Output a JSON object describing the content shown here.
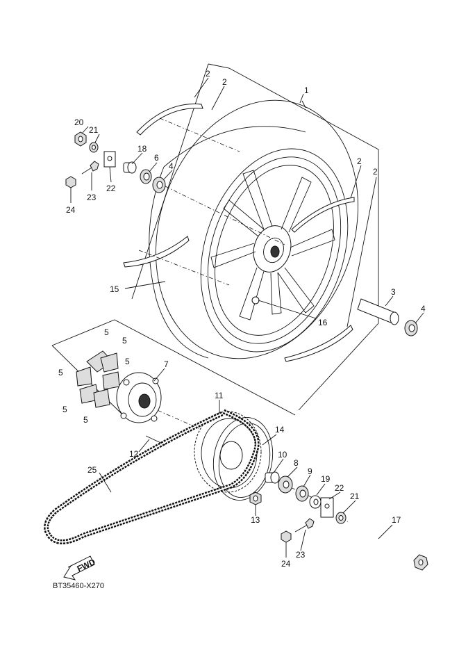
{
  "diagram": {
    "code": "BT35460-X270",
    "fwd_label": "FWD",
    "labels": [
      "1",
      "2",
      "2",
      "2",
      "2",
      "3",
      "4",
      "4",
      "5",
      "5",
      "5",
      "5",
      "5",
      "5",
      "6",
      "7",
      "8",
      "9",
      "10",
      "11",
      "12",
      "13",
      "14",
      "15",
      "16",
      "17",
      "18",
      "19",
      "20",
      "21",
      "21",
      "22",
      "22",
      "23",
      "23",
      "24",
      "24",
      "25"
    ]
  }
}
